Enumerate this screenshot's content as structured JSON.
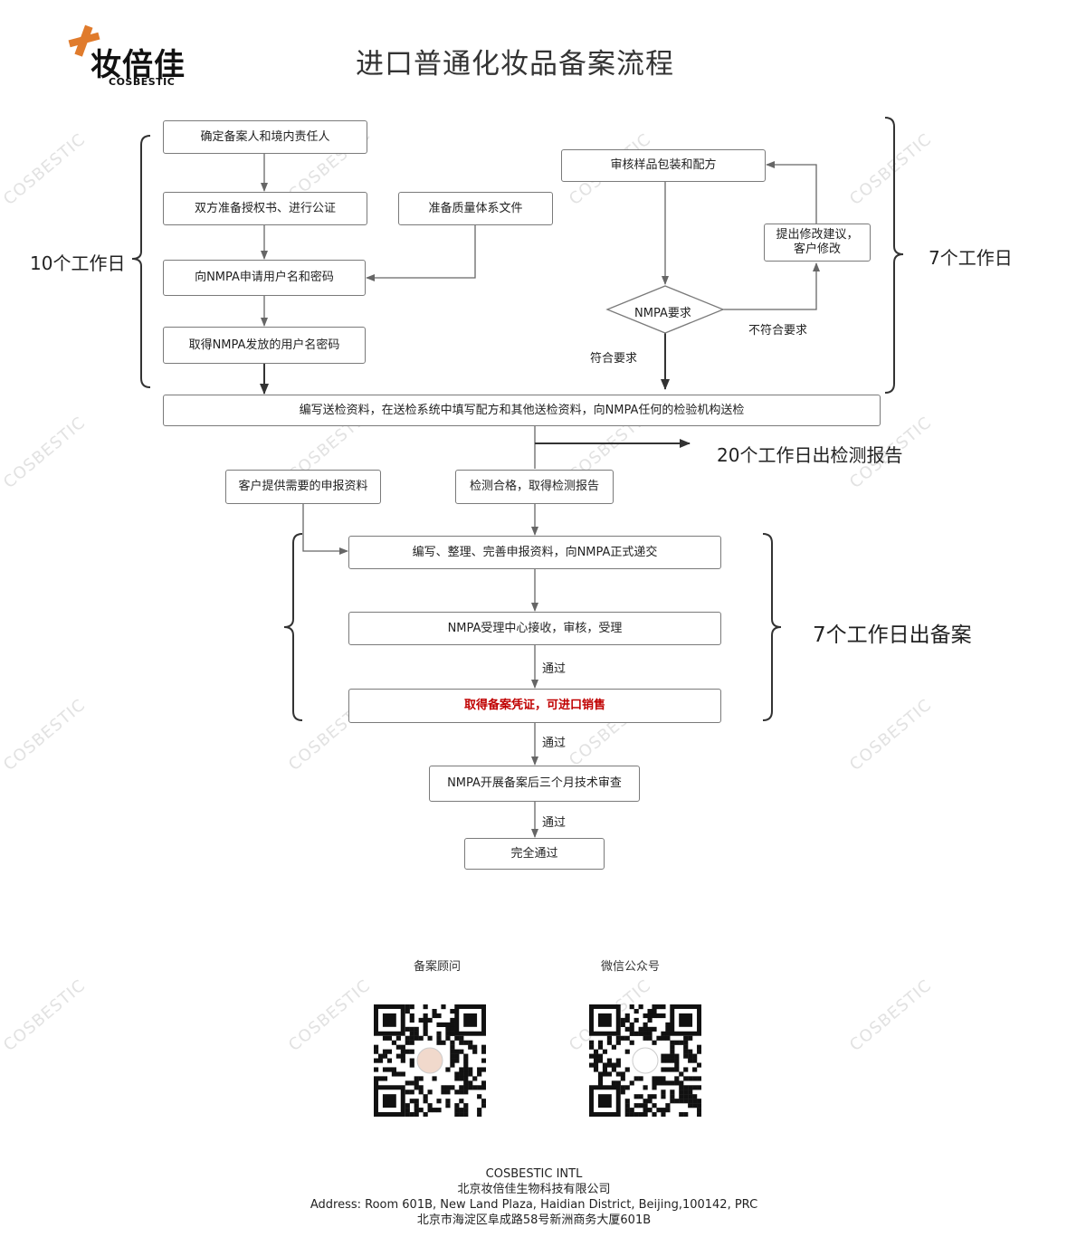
{
  "header": {
    "logo_text": "妆倍佳",
    "logo_sub": "COSBESTIC",
    "title": "进口普通化妆品备案流程"
  },
  "watermark": "COSBESTIC",
  "flow": {
    "step_confirm": "确定备案人和境内责任人",
    "step_authorize": "双方准备授权书、进行公证",
    "step_quality_docs": "准备质量体系文件",
    "step_apply_account": "向NMPA申请用户名和密码",
    "step_get_account": "取得NMPA发放的用户名密码",
    "step_review_sample": "审核样品包装和配方",
    "step_modify_line1": "提出修改建议，",
    "step_modify_line2": "客户修改",
    "decision_nmpa": "NMPA要求",
    "label_not_ok": "不符合要求",
    "label_ok": "符合要求",
    "step_inspection": "编写送检资料，在送检系统中填写配方和其他送检资料，向NMPA任何的检验机构送检",
    "label_20days": "20个工作日出检测报告",
    "step_customer_docs": "客户提供需要的申报资料",
    "step_test_passed": "检测合格，取得检测报告",
    "step_submit": "编写、整理、完善申报资料，向NMPA正式递交",
    "step_accept": "NMPA受理中心接收，审核，受理",
    "label_pass_1": "通过",
    "step_certificate": "取得备案凭证，可进口销售",
    "label_pass_2": "通过",
    "step_tech_review": "NMPA开展备案后三个月技术审查",
    "label_pass_3": "通过",
    "step_complete": "完全通过",
    "brace_left_top": "10个工作日",
    "brace_right_top": "7个工作日",
    "brace_right_bottom": "7个工作日出备案"
  },
  "qr": {
    "consultant_caption": "备案顾问",
    "wechat_caption": "微信公众号"
  },
  "footer": {
    "company_en": "COSBESTIC INTL",
    "company_cn": "北京妆倍佳生物科技有限公司",
    "address_en": "Address: Room 601B, New Land Plaza, Haidian District, Beijing,100142, PRC",
    "address_cn": "北京市海淀区阜成路58号新洲商务大厦601B"
  },
  "colors": {
    "accent_red": "#c00000",
    "logo_orange": "#e07b2c",
    "line": "#666666"
  }
}
